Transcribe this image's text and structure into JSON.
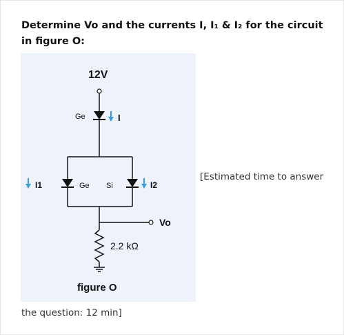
{
  "question": {
    "text": "Determine Vo and the currents I, I₁ & I₂ for the circuit in figure O:"
  },
  "figure": {
    "supply_label": "12V",
    "top_diode_label": "Ge",
    "current_i_label": "I",
    "left_diode_label": "Ge",
    "right_diode_label": "Si",
    "current_i1_label": "I1",
    "current_i2_label": "I2",
    "output_label": "Vo",
    "resistor_label": "2.2 kΩ",
    "caption": "figure O",
    "arrow_color": "#3a9ad9",
    "wire_color": "#111111"
  },
  "notes": {
    "right": "[Estimated time to answer",
    "bottom": "the question: 12 min]"
  }
}
